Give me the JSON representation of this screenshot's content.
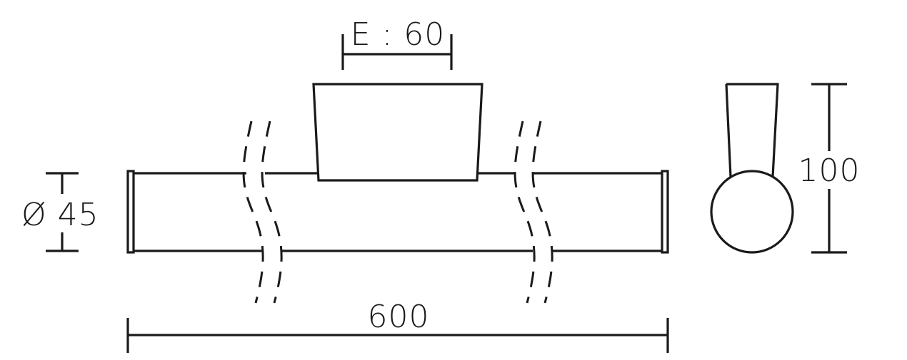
{
  "diagram": {
    "view_front": {
      "dimension_length": "600",
      "dimension_diameter": "Ø 45",
      "dimension_canopy": "E : 60"
    },
    "view_side": {
      "dimension_height": "100"
    },
    "colors": {
      "line": "#1a1a1a",
      "background": "#ffffff"
    }
  }
}
